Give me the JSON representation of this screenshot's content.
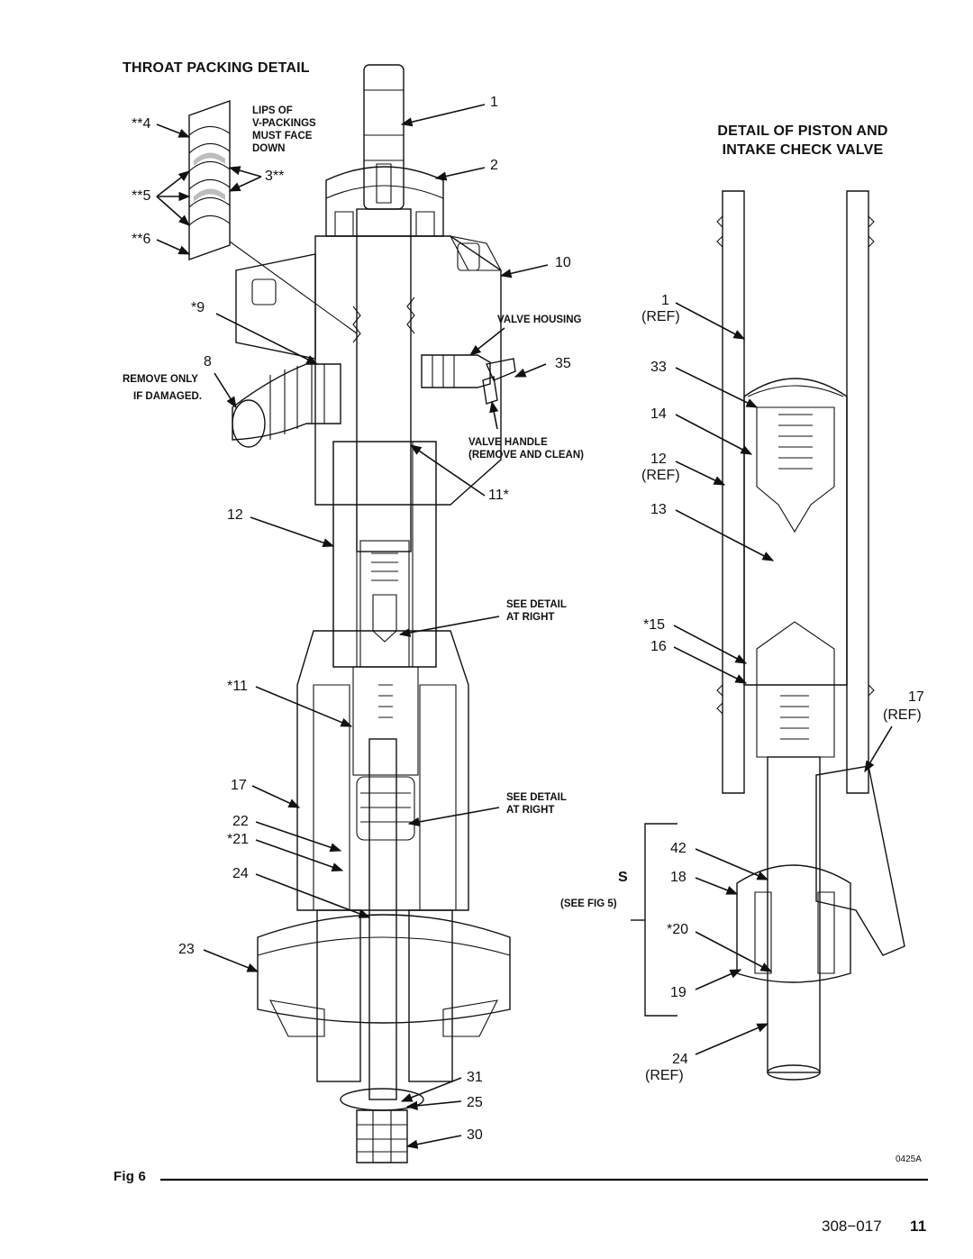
{
  "headings": {
    "throat": "THROAT PACKING DETAIL",
    "piston_line1": "DETAIL OF PISTON AND",
    "piston_line2": "INTAKE CHECK VALVE"
  },
  "notes": {
    "lips_1": "LIPS OF",
    "lips_2": "V-PACKINGS",
    "lips_3": "MUST FACE",
    "lips_4": "DOWN",
    "remove_1": "REMOVE ONLY",
    "remove_2": "IF DAMAGED.",
    "valve_housing": "VALVE HOUSING",
    "valve_handle_1": "VALVE HANDLE",
    "valve_handle_2": "(REMOVE AND CLEAN)",
    "see_detail_a1": "SEE DETAIL",
    "see_detail_a2": "AT RIGHT",
    "see_detail_b1": "SEE DETAIL",
    "see_detail_b2": "AT RIGHT",
    "see_fig": "(SEE FIG 5)"
  },
  "callouts": {
    "c4": "**4",
    "c5": "**5",
    "c6": "**6",
    "c3": "3**",
    "c1": "1",
    "c2": "2",
    "c10": "10",
    "c9": "*9",
    "c8": "8",
    "c35": "35",
    "c11a": "11*",
    "c12": "12",
    "c11b": "*11",
    "c17": "17",
    "c22": "22",
    "c21": "*21",
    "c24": "24",
    "c23": "23",
    "c31": "31",
    "c25": "25",
    "c30": "30",
    "r1": "1",
    "r1ref": "(REF)",
    "r33": "33",
    "r14": "14",
    "r12": "12",
    "r12ref": "(REF)",
    "r13": "13",
    "r15": "*15",
    "r16": "16",
    "r17": "17",
    "r17ref": "(REF)",
    "r42": "42",
    "rS": "S",
    "r18": "18",
    "r20": "*20",
    "r19": "19",
    "r24": "24",
    "r24ref": "(REF)"
  },
  "footer": {
    "fig": "Fig 6",
    "code": "0425A",
    "doc": "308−017",
    "page": "11"
  }
}
